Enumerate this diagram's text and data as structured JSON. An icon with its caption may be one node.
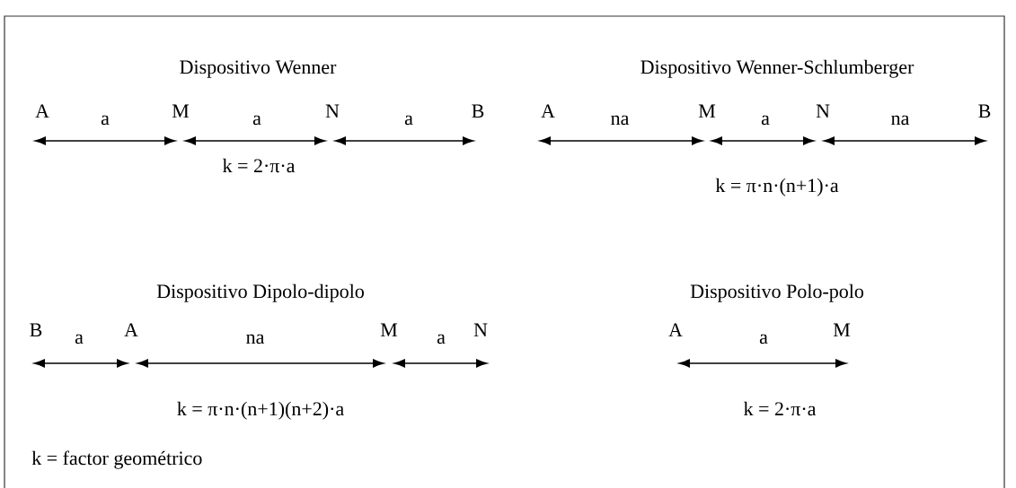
{
  "diagram": {
    "labels": [
      "Dispositivo Wenner",
      "Dispositivo Wenner-Schlumberger",
      "A",
      "a",
      "M",
      "a",
      "N",
      "a",
      "B",
      "A",
      "na",
      "M",
      "a",
      "N",
      "na",
      "B",
      "k = 2·π·a",
      "k = π·n·(n+1)·a",
      "Dispositivo Dipolo-dipolo",
      "Dispositivo Polo-polo",
      "B",
      "a",
      "A",
      "na",
      "M",
      "a",
      "N",
      "A",
      "a",
      "M",
      "k = π·n·(n+1)(n+2)·a",
      "k = 2·π·a",
      "k = factor geométrico"
    ]
  }
}
